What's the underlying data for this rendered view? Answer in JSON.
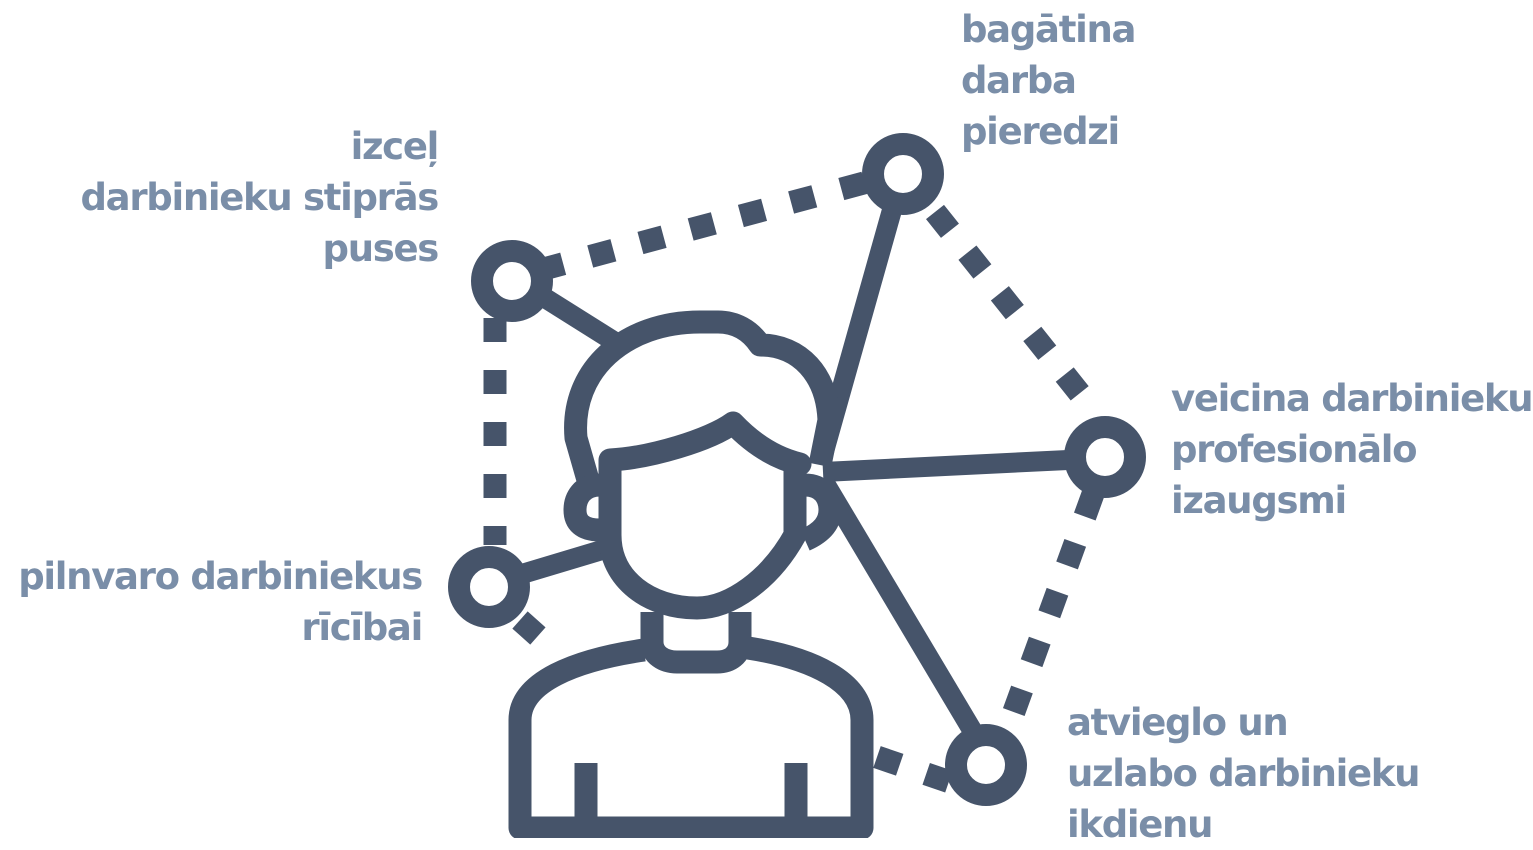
{
  "colors": {
    "icon": "#46546a",
    "label": "#7a8ea8",
    "background": "#ffffff"
  },
  "icon": "person-network-icon",
  "labels": {
    "top_left": [
      "izceļ",
      "darbinieku stiprās",
      "puses"
    ],
    "top_center": [
      "bagātina",
      "darba",
      "pieredzi"
    ],
    "right": [
      "veicina darbinieku",
      "profesionālo",
      "izaugsmi"
    ],
    "left": [
      "pilnvaro darbiniekus",
      "rīcībai"
    ],
    "bottom_right": [
      "atvieglo un",
      "uzlabo darbinieku",
      "ikdienu"
    ]
  }
}
